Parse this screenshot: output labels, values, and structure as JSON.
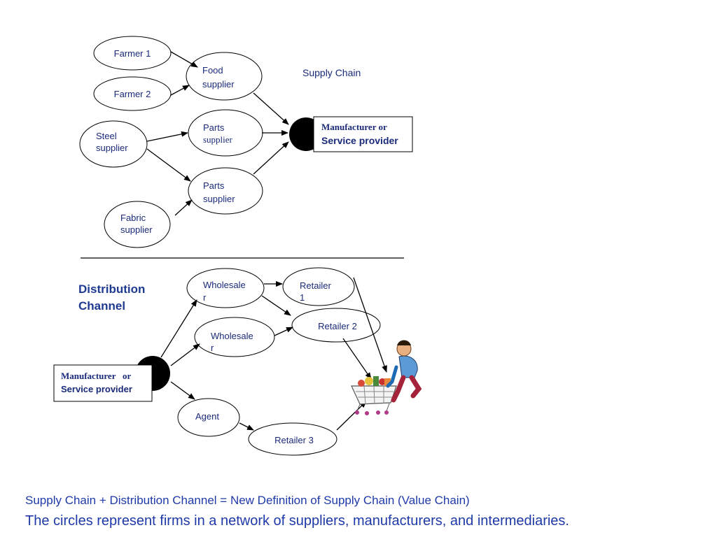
{
  "supply_chain": {
    "title": "Supply Chain",
    "farmer1": "Farmer 1",
    "farmer2": "Farmer 2",
    "food_supplier": [
      "Food",
      "supplier"
    ],
    "steel_supplier": [
      "Steel",
      "supplier"
    ],
    "parts_supplier_a": [
      "Parts",
      "supplier"
    ],
    "parts_supplier_b": [
      "Parts",
      "supplier"
    ],
    "fabric_supplier": [
      "Fabric",
      "supplier"
    ],
    "manufacturer": [
      "Manufacturer or",
      "Service provider"
    ]
  },
  "distribution": {
    "title": [
      "Distribution",
      "Channel"
    ],
    "manufacturer": [
      "Manufacturer   or",
      "Service provider"
    ],
    "wholesaler1": [
      "Wholesale",
      "r"
    ],
    "wholesaler2": [
      "Wholesale",
      "r"
    ],
    "agent": "Agent",
    "retailer1": [
      "Retailer",
      "1"
    ],
    "retailer2": "Retailer 2",
    "retailer3": "Retailer 3"
  },
  "footer": {
    "line1": "Supply Chain + Distribution Channel = New Definition of Supply Chain (Value Chain)",
    "line2": "The circles represent firms in a network of suppliers, manufacturers, and intermediaries."
  },
  "colors": {
    "text": "#1a2a7a",
    "heading": "#1f3a93",
    "footer": "#1f3aa8"
  }
}
